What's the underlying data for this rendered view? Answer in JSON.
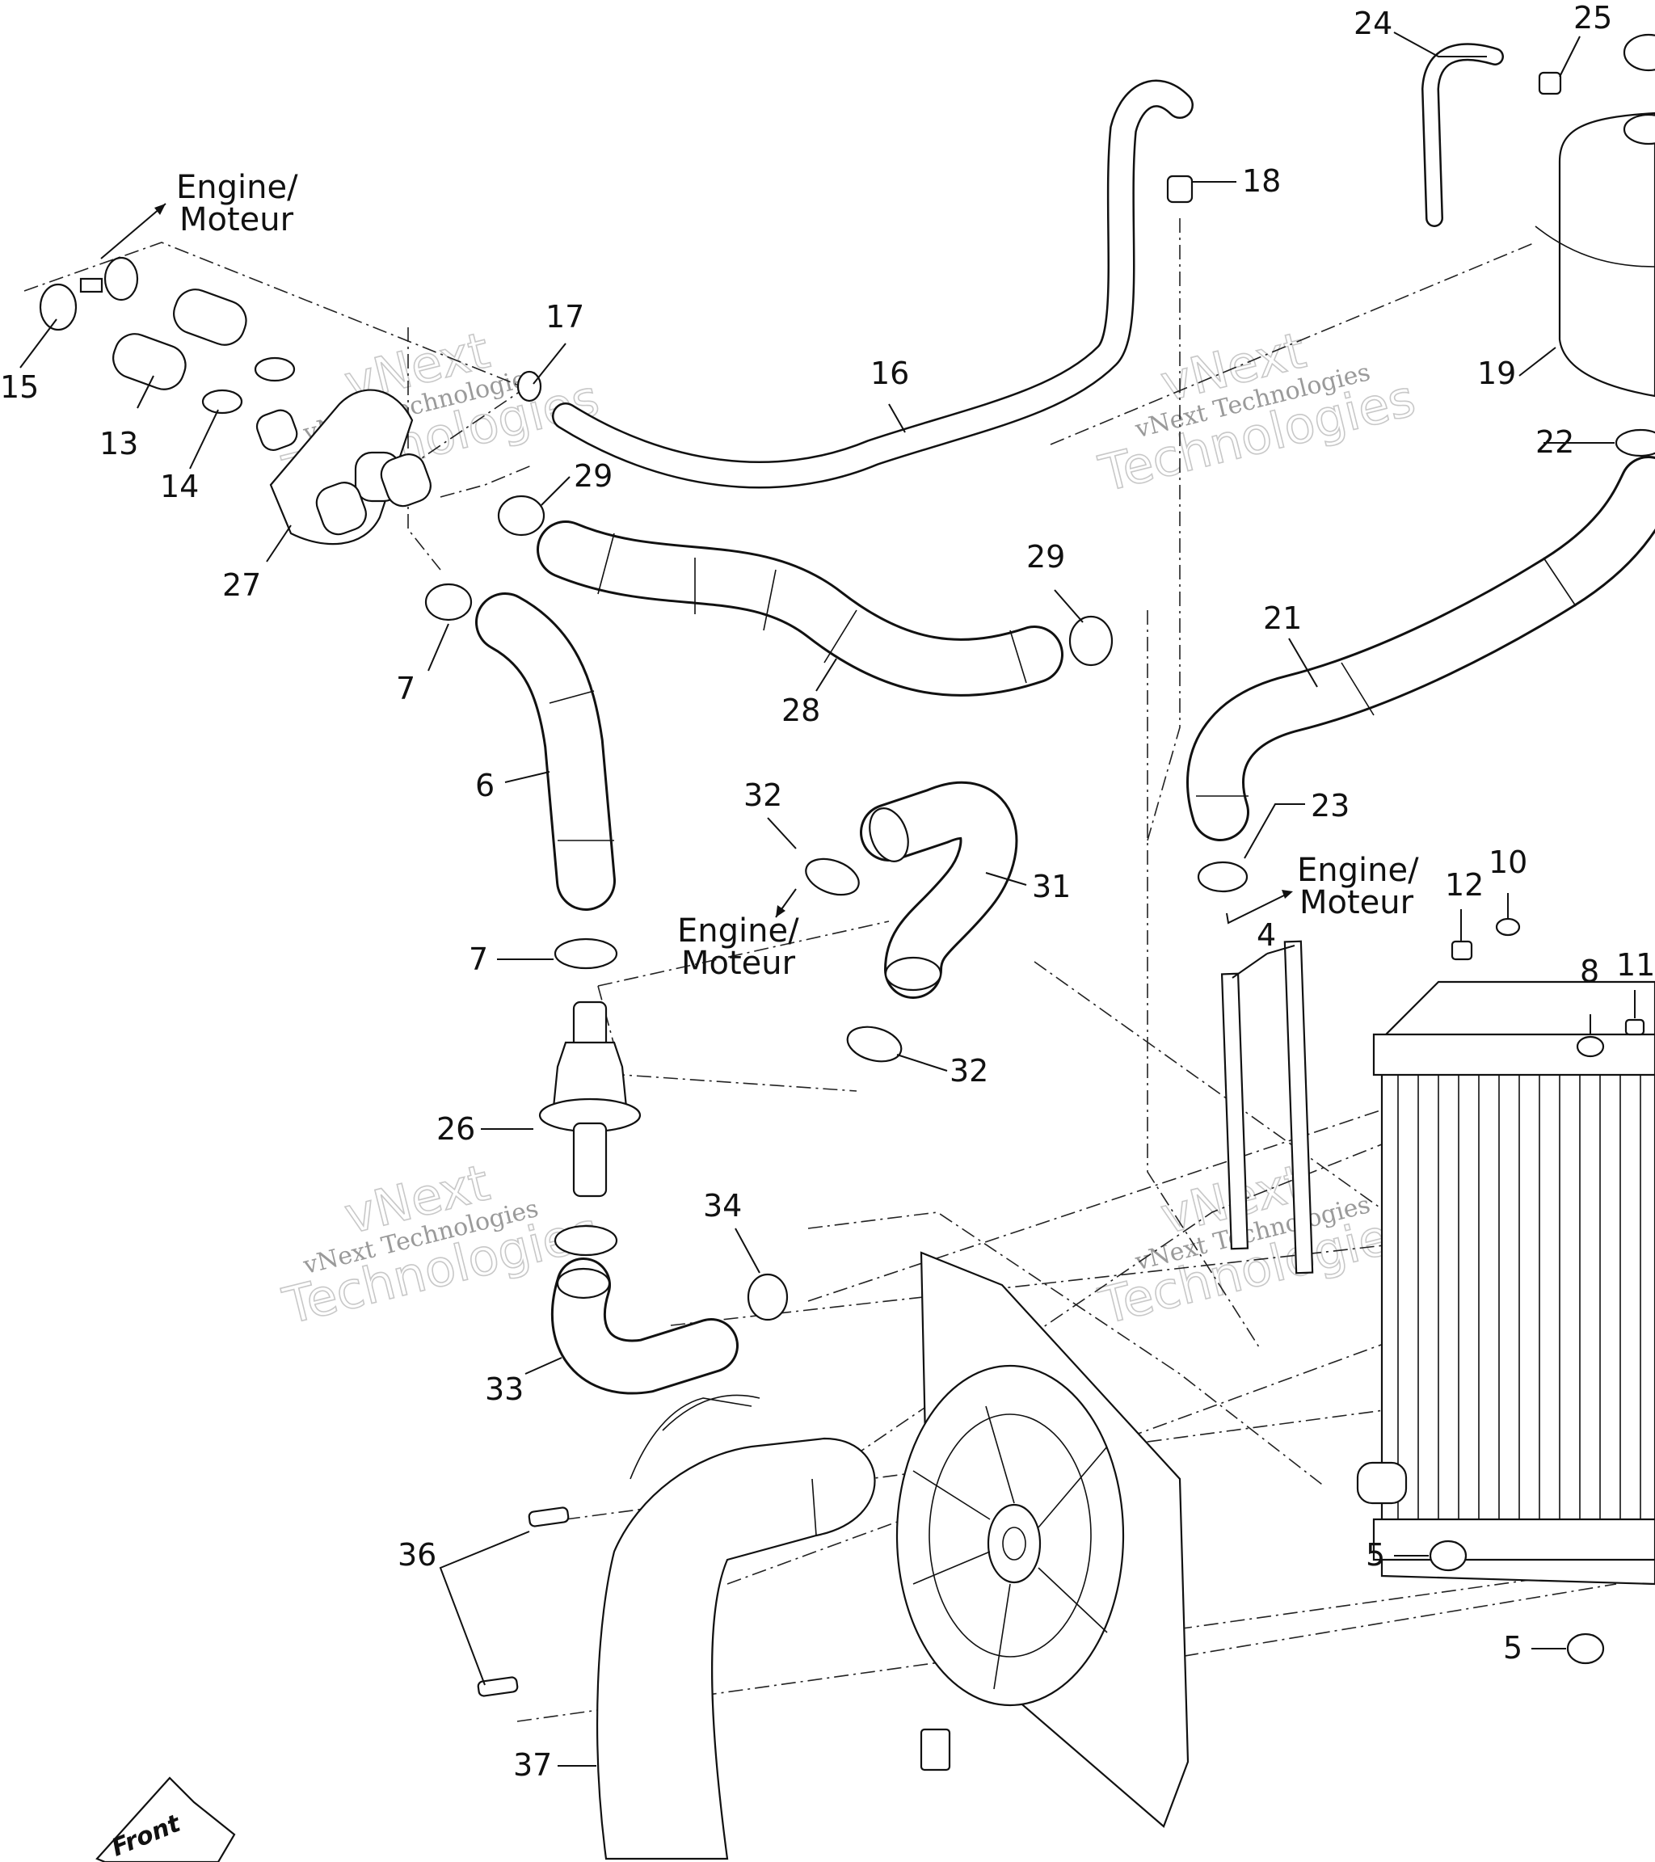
{
  "callouts": [
    "24",
    "25",
    "18",
    "17",
    "16",
    "15",
    "13",
    "14",
    "27",
    "29",
    "29",
    "7",
    "28",
    "21",
    "19",
    "22",
    "6",
    "32",
    "31",
    "23",
    "12",
    "10",
    "4",
    "7",
    "8",
    "11",
    "32",
    "26",
    "34",
    "33",
    "36",
    "37",
    "5",
    "5"
  ],
  "directions": [
    {
      "line1": "Engine/",
      "line2": "Moteur"
    },
    {
      "line1": "Engine/",
      "line2": "Moteur"
    },
    {
      "line1": "Engine/",
      "line2": "Moteur"
    }
  ],
  "watermarks": [
    {
      "small": "vNext Technologies",
      "big1": "vNext",
      "big2": "Technologies"
    },
    {
      "small": "vNext Technologies",
      "big1": "vNext",
      "big2": "Technologies"
    },
    {
      "small": "vNext Technologies",
      "big1": "vNext",
      "big2": "Technologies"
    },
    {
      "small": "vNext Technologies",
      "big1": "vNext",
      "big2": "Technologies"
    }
  ],
  "front_label": "Front"
}
